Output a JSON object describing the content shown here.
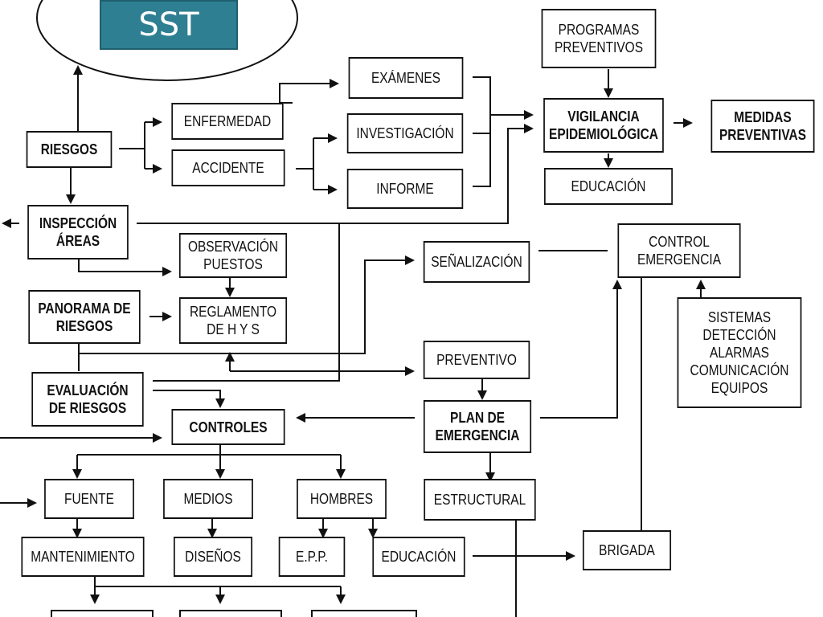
{
  "title": "SST",
  "colors": {
    "title_bg": "#2f7f92",
    "line": "#111111",
    "text": "#111111",
    "title_text": "#ffffff"
  },
  "nodes": {
    "programas_preventivos": "PROGRAMAS\nPREVENTIVOS",
    "examenes": "EXÁMENES",
    "enfermedad": "ENFERMEDAD",
    "vigilancia": "VIGILANCIA\nEPIDEMIOLÓGICA",
    "medidas_preventivas": "MEDIDAS\nPREVENTIVAS",
    "riesgos": "RIESGOS",
    "investigacion": "INVESTIGACIÓN",
    "accidente": "ACCIDENTE",
    "informe": "INFORME",
    "educacion_top": "EDUCACIÓN",
    "inspeccion": "INSPECCIÓN\nÁREAS",
    "observacion": "OBSERVACIÓN\nPUESTOS",
    "senalizacion": "SEÑALIZACIÓN",
    "control_emergencia": "CONTROL\nEMERGENCIA",
    "panorama": "PANORAMA  DE\nRIESGOS",
    "reglamento": "REGLAMENTO\nDE H Y S",
    "sistemas": "SISTEMAS\nDETECCIÓN\nALARMAS\nCOMUNICACIÓN\nEQUIPOS",
    "preventivo": "PREVENTIVO",
    "evaluacion": "EVALUACIÓN\nDE RIESGOS",
    "controles": "CONTROLES",
    "plan_emergencia": "PLAN DE\nEMERGENCIA",
    "fuente": "FUENTE",
    "medios": "MEDIOS",
    "hombres": "HOMBRES",
    "estructural": "ESTRUCTURAL",
    "mantenimiento": "MANTENIMIENTO",
    "disenos": "DISEÑOS",
    "epp": "E.P.P.",
    "educacion_bottom": "EDUCACIÓN",
    "brigada": "BRIGADA"
  }
}
